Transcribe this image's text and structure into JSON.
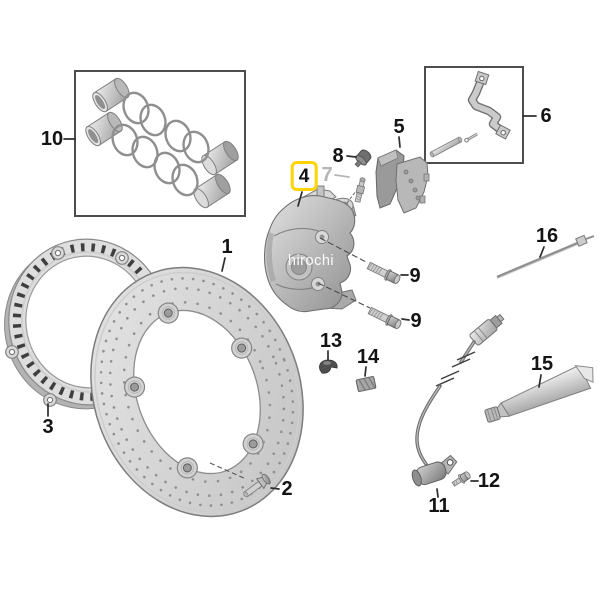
{
  "colors": {
    "highlight": "#ffd400",
    "muted_label": "#b5b5b5"
  },
  "watermark": {
    "text": "hirochi"
  },
  "labels": {
    "part1": "1",
    "part2": "2",
    "part3": "3",
    "part4": "4",
    "part5": "5",
    "part6": "6",
    "part7": "7",
    "part8": "8",
    "part9a": "9",
    "part9b": "9",
    "part10": "10",
    "part11": "11",
    "part12": "12",
    "part13": "13",
    "part14": "14",
    "part15": "15",
    "part16": "16"
  }
}
